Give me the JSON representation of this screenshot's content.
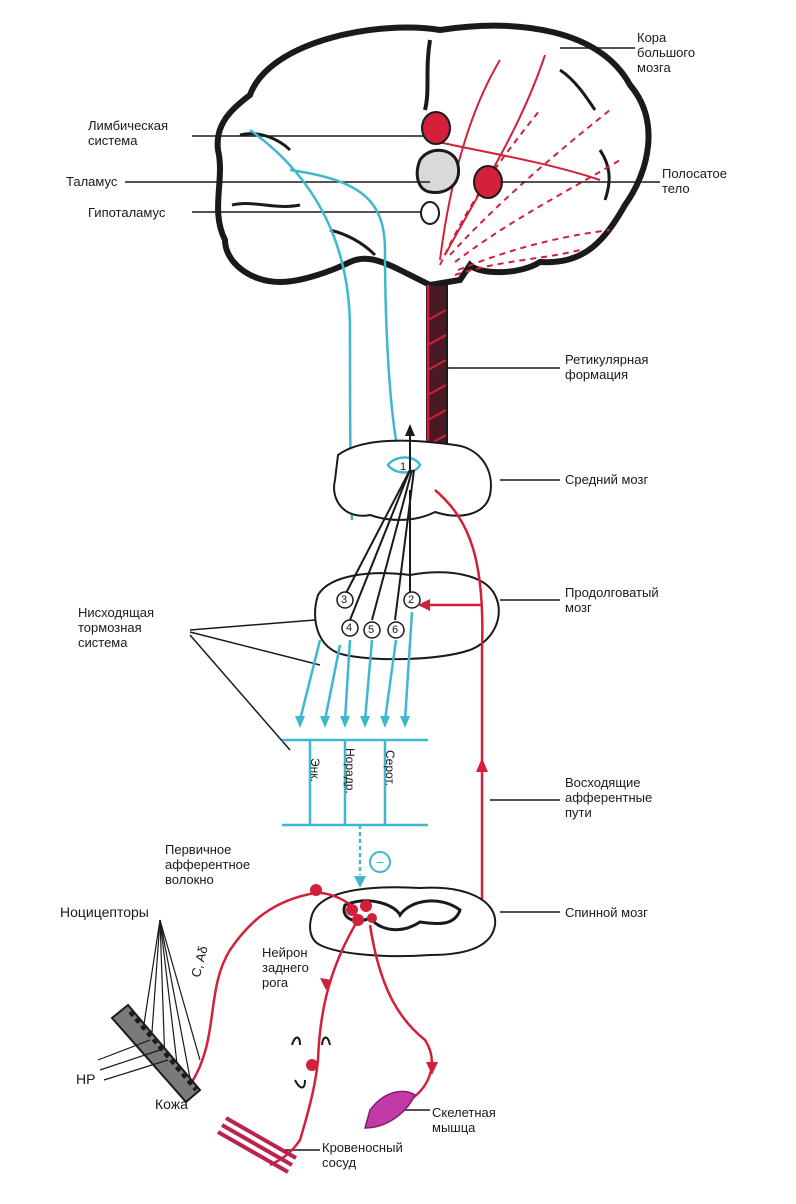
{
  "labels": {
    "cortex": "Кора\nбольшого\nмозга",
    "limbic": "Лимбическая\nсистема",
    "thalamus": "Таламус",
    "hypothalamus": "Гипоталамус",
    "striatum": "Полосатое\nтело",
    "reticular": "Ретикулярная\nформация",
    "midbrain": "Средний мозг",
    "medulla": "Продолговатый\nмозг",
    "descending": "Нисходящая\nтормозная\nсистема",
    "ascending": "Восходящие\nафферентные\nпути",
    "primary_fiber": "Первичное\nафферентное\nволокно",
    "nociceptors": "Ноцицепторы",
    "dorsal_neuron": "Нейрон\nзаднего\nрога",
    "spinal_cord": "Спинной мозг",
    "skin": "Кожа",
    "hp": "HP",
    "skeletal_muscle": "Скелетная\nмышца",
    "blood_vessel": "Кровеносный\nсосуд",
    "fiber_types": "C, Aδ",
    "enk": "Энк.",
    "noradr": "Норадр.",
    "serot": "Серот.",
    "minus": "−"
  },
  "nuclei": [
    "1",
    "2",
    "3",
    "4",
    "5",
    "6"
  ],
  "colors": {
    "ascending": "#d3203a",
    "descending": "#3fb8cf",
    "outline": "#1a1a1a",
    "muscle": "#c23aa8",
    "vessel": "#b8244e"
  }
}
